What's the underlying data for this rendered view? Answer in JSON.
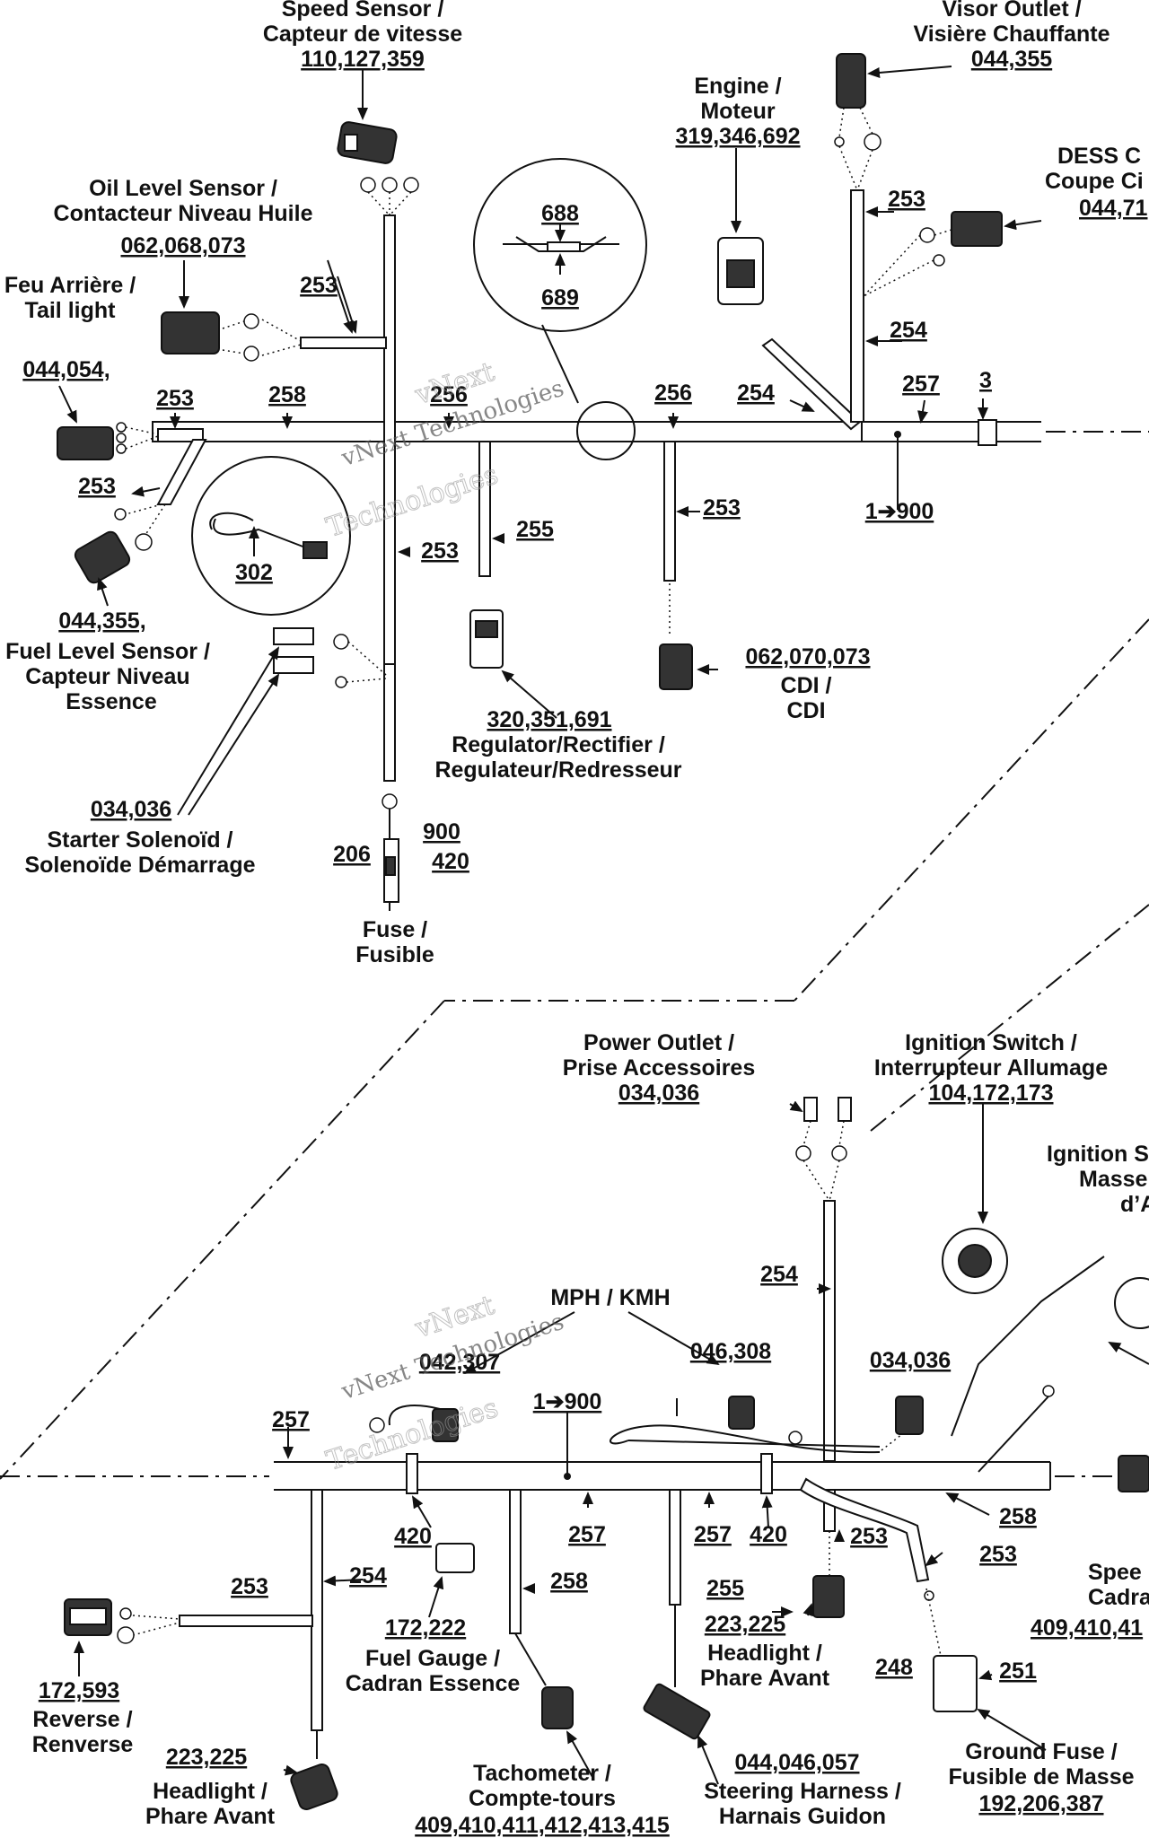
{
  "labels": {
    "speed_sensor_top": [
      "Speed Sensor /",
      "Capteur de vitesse",
      "110,127,359"
    ],
    "visor_outlet": [
      "Visor Outlet /",
      "Visière Chauffante",
      "044,355"
    ],
    "engine": [
      "Engine /",
      "Moteur",
      "319,346,692"
    ],
    "dess": [
      "DESS C",
      "Coupe Ci",
      "044,71"
    ],
    "oil_level": [
      "Oil Level Sensor /",
      "Contacteur Niveau Huile",
      "062,068,073"
    ],
    "tail_light": [
      "Feu Arrière /",
      "Tail light",
      "044,054,"
    ],
    "circle_top": [
      "688",
      "689"
    ],
    "circle_left": [
      "302"
    ],
    "heated_grip_left": [
      "044,355,"
    ],
    "fuel_level": [
      "Fuel Level Sensor /",
      "Capteur Niveau",
      "Essence"
    ],
    "starter": [
      "034,036",
      "Starter Solenoïd /",
      "Solenoïde Démarrage"
    ],
    "regulator": [
      "320,351,691",
      "Regulator/Rectifier /",
      "Regulateur/Redresseur"
    ],
    "cdi": [
      "062,070,073",
      "CDI /",
      "CDI"
    ],
    "fuse": [
      "900",
      "420",
      "206",
      "Fuse /",
      "Fusible"
    ],
    "power_outlet": [
      "Power Outlet /",
      "Prise Accessoires",
      "034,036"
    ],
    "ignition_switch": [
      "Ignition Switch /",
      "Interrupteur Allumage",
      "104,172,173"
    ],
    "ignition_ground": [
      "Ignition S",
      "Masse",
      "d’A"
    ],
    "mph_kmh": [
      "MPH / KMH",
      "042,307",
      "046,308"
    ],
    "reverse": [
      "172,593",
      "Reverse /",
      "Renverse"
    ],
    "headlight_left": [
      "223,225",
      "Headlight /",
      "Phare Avant"
    ],
    "fuel_gauge": [
      "172,222",
      "Fuel Gauge /",
      "Cadran Essence"
    ],
    "tachometer": [
      "Tachometer /",
      "Compte-tours",
      "409,410,411,412,413,415"
    ],
    "steering_harness": [
      "044,046,057",
      "Steering Harness /",
      "Harnais Guidon"
    ],
    "headlight_right": [
      "223,225",
      "Headlight /",
      "Phare Avant"
    ],
    "ground_fuse": [
      "Ground Fuse /",
      "Fusible de Masse",
      "192,206,387"
    ],
    "speedo_right": [
      "Spee",
      "Cadra",
      "409,410,41"
    ],
    "connector_034": [
      "034,036"
    ],
    "wire_refs_top": [
      "253",
      "253",
      "258",
      "256",
      "256",
      "254",
      "257",
      "3",
      "253",
      "254",
      "253",
      "253",
      "255",
      "253",
      "1➔900"
    ],
    "wire_refs_bottom": [
      "254",
      "257",
      "1➔900",
      "420",
      "257",
      "257",
      "420",
      "253",
      "258",
      "253",
      "253",
      "254",
      "258",
      "255",
      "248",
      "251"
    ]
  },
  "watermark": [
    "vNext",
    "vNext Technologies",
    "Technologies"
  ],
  "colors": {
    "ink": "#111111",
    "paper": "#ffffff"
  }
}
